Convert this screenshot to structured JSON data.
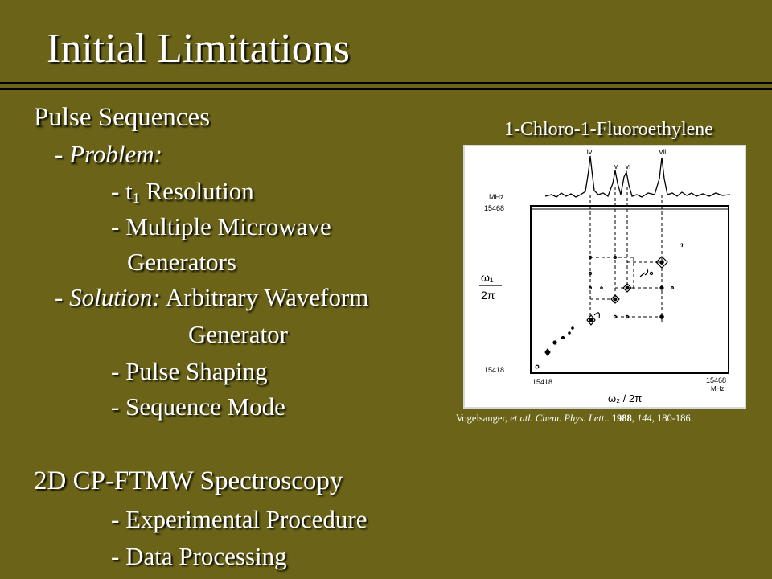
{
  "slide": {
    "title": "Initial Limitations",
    "section1": {
      "heading": "Pulse Sequences",
      "problem_dash": "- ",
      "problem_label": "Problem:",
      "item_t1_prefix": "- t",
      "item_t1_sub": "1",
      "item_t1_rest": " Resolution",
      "item_mw_line1": "- Multiple Microwave",
      "item_mw_line2": "Generators",
      "solution_dash": "- ",
      "solution_label": "Solution:",
      "solution_text": " Arbitrary Waveform",
      "solution_line2": "Generator",
      "item_pulse_shaping": "- Pulse Shaping",
      "item_sequence_mode": "- Sequence Mode"
    },
    "section2": {
      "heading": "2D CP-FTMW Spectroscopy",
      "item_procedure": "- Experimental Procedure",
      "item_processing": "- Data Processing"
    },
    "figure": {
      "caption": "1-Chloro-1-Fluoroethylene",
      "unit_top": "MHz",
      "y_top": "15468",
      "y_bottom": "15418",
      "x_left": "15418",
      "x_right": "15468",
      "x_unit": "MHz",
      "y_axis_num": "ω₁",
      "y_axis_den": "2π",
      "x_axis_label": "ω₂ / 2π",
      "peak_labels": [
        "iv",
        "v",
        "vi",
        "vii"
      ]
    },
    "citation": {
      "author": "Vogelsanger, ",
      "etal": "et atl.",
      "journal": " Chem. Phys. Lett.",
      "dot": ". ",
      "year": "1988",
      "comma1": ", ",
      "volume": "144",
      "pages": ", 180-186."
    }
  }
}
